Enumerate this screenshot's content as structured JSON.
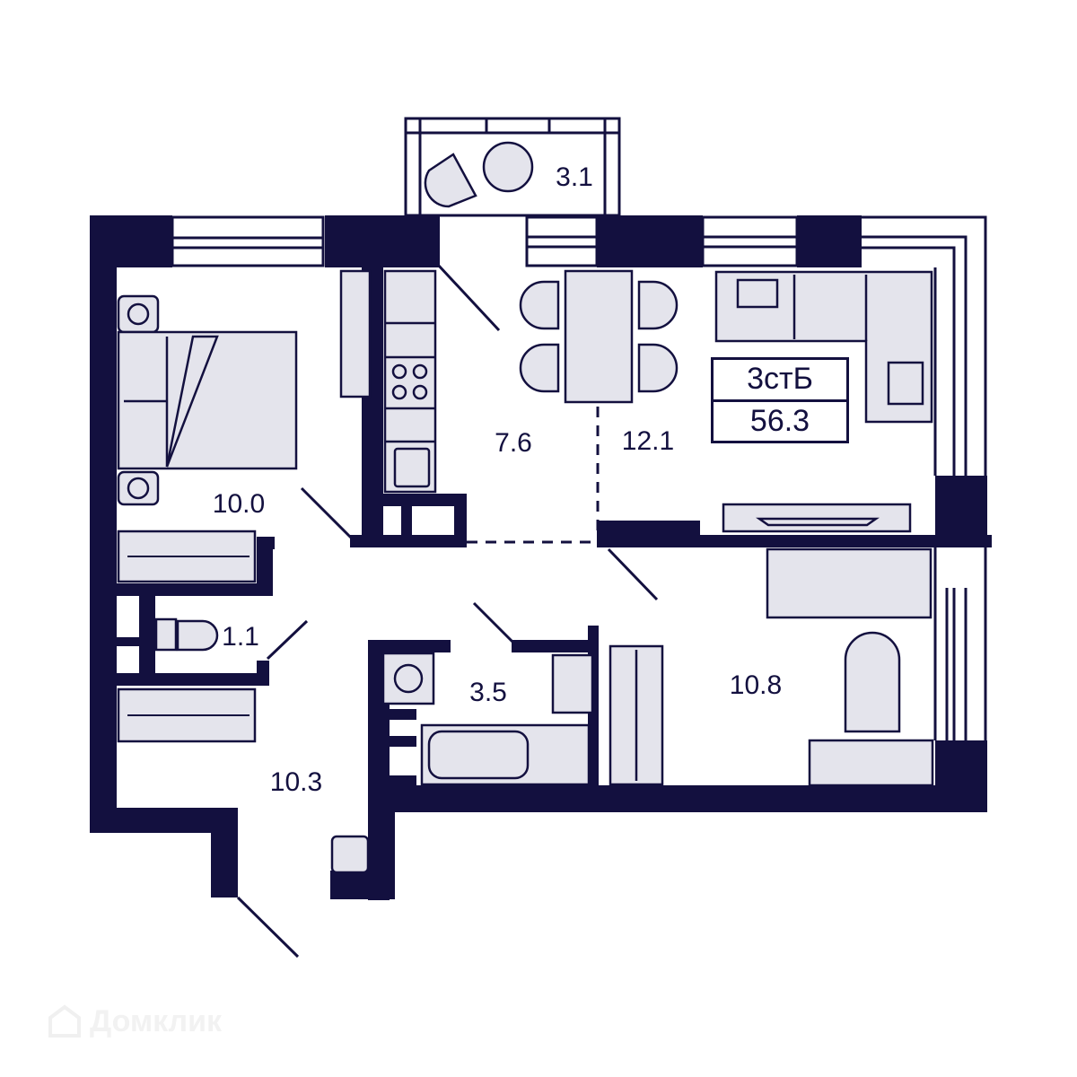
{
  "plan": {
    "apartment_type": "3стБ",
    "total_area": "56.3",
    "wall_color": "#13103f",
    "furniture_fill": "#e4e4ec",
    "rooms": [
      {
        "id": "balcony",
        "area": "3.1"
      },
      {
        "id": "kitchen",
        "area": "7.6"
      },
      {
        "id": "living-room",
        "area": "12.1"
      },
      {
        "id": "bedroom",
        "area": "10.0"
      },
      {
        "id": "toilet",
        "area": "1.1"
      },
      {
        "id": "bathroom",
        "area": "3.5"
      },
      {
        "id": "kids-room",
        "area": "10.8"
      },
      {
        "id": "hallway",
        "area": "10.3"
      }
    ]
  },
  "watermark": {
    "text": "Домклик"
  }
}
